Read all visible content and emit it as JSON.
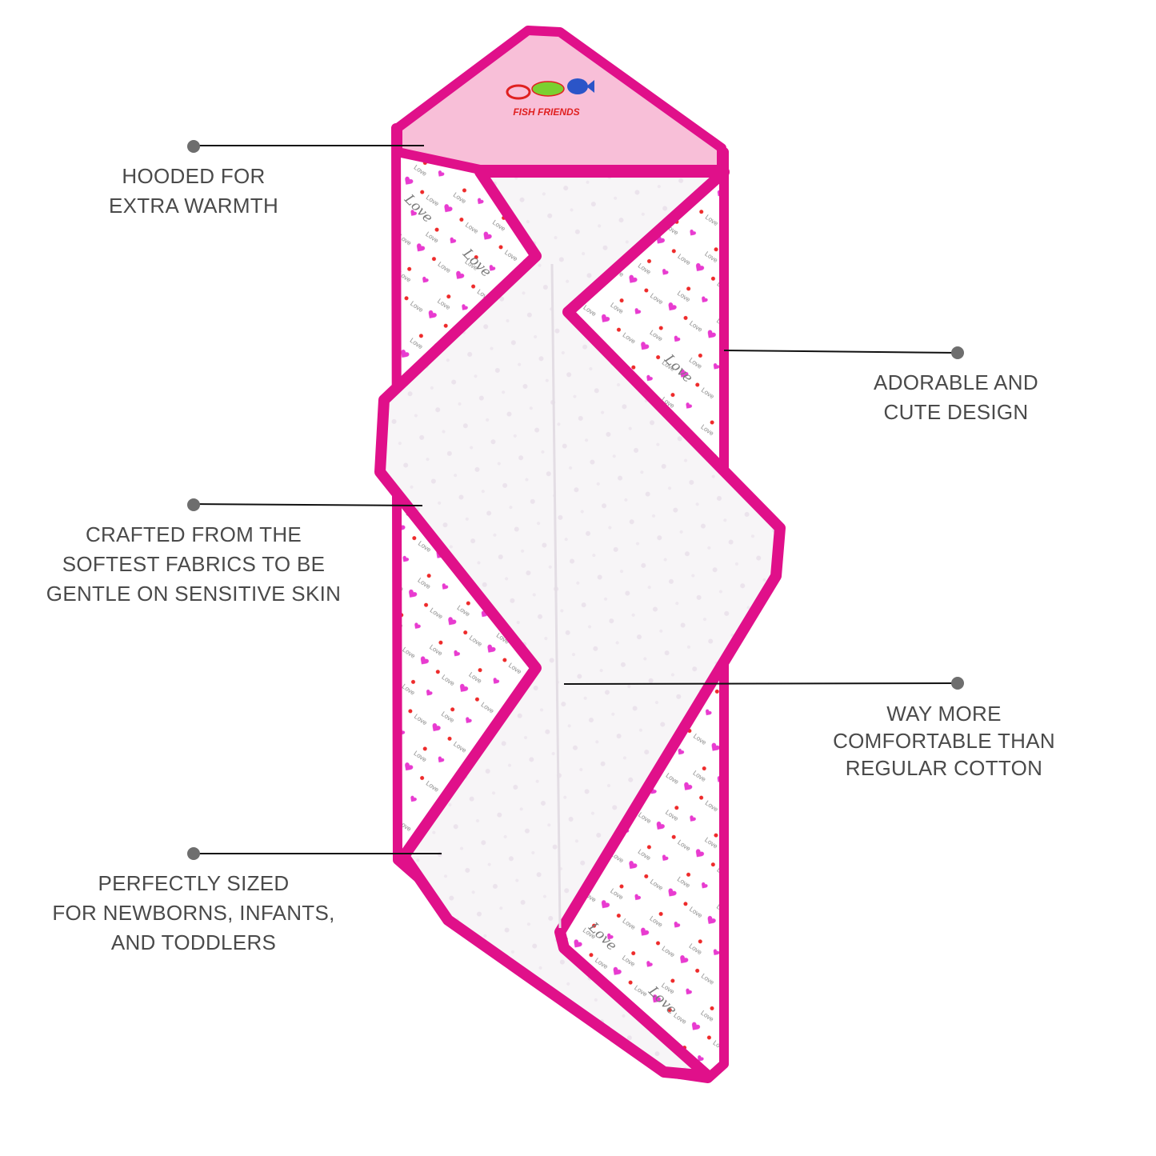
{
  "product": {
    "logo_text": "FISH FRIENDS",
    "pattern_text": "Love",
    "colors": {
      "trim": "#e0108a",
      "hood": "#f8bfd8",
      "heart_pink": "#e83bd0",
      "heart_red": "#ee2a2a",
      "callout": "#111111"
    }
  },
  "callouts": [
    {
      "lines": [
        "HOODED FOR",
        "EXTRA WARMTH"
      ]
    },
    {
      "lines": [
        "ADORABLE AND",
        "CUTE DESIGN"
      ]
    },
    {
      "lines": [
        "CRAFTED FROM THE",
        "SOFTEST FABRICS TO BE",
        "GENTLE ON SENSITIVE SKIN"
      ]
    },
    {
      "lines": [
        "WAY MORE",
        "COMFORTABLE THAN",
        "REGULAR COTTON"
      ]
    },
    {
      "lines": [
        "PERFECTLY SIZED",
        "FOR NEWBORNS, INFANTS,",
        "AND TODDLERS"
      ]
    }
  ]
}
